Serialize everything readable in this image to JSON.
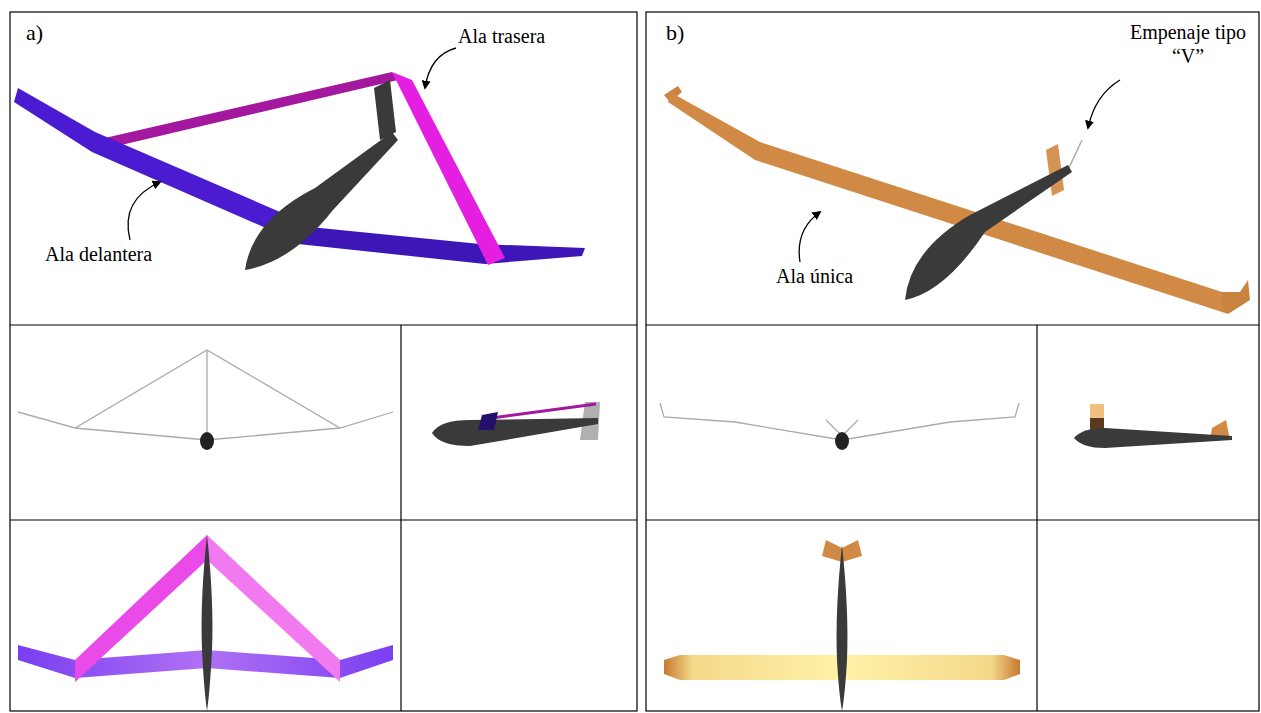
{
  "diagram": {
    "labels": [
      "a)",
      "Ala trasera",
      "Ala delantera",
      "b)",
      "Empenaje tipo “V”",
      "Ala única"
    ]
  }
}
